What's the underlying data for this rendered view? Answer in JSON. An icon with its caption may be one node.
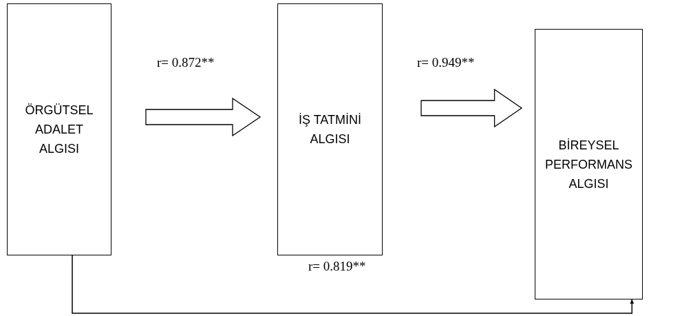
{
  "diagram": {
    "nodes": [
      {
        "text": [
          "ÖRGÜTSEL ADALET ALGISI"
        ]
      },
      {
        "text": [
          "İŞ TATMİNİ ALGISI"
        ]
      },
      {
        "text": [
          "BİREYSEL PERFORMANS ALGISI"
        ]
      }
    ],
    "edges": [
      {
        "from": 0,
        "to": 1,
        "arrow": "to",
        "label": "r= 0.872**",
        "style": "thick"
      },
      {
        "from": 1,
        "to": 2,
        "arrow": "to",
        "label": "r= 0.949**",
        "style": "thick"
      },
      {
        "from": 0,
        "to": 2,
        "arrow": "to",
        "label": "r= 0.819**"
      }
    ]
  }
}
